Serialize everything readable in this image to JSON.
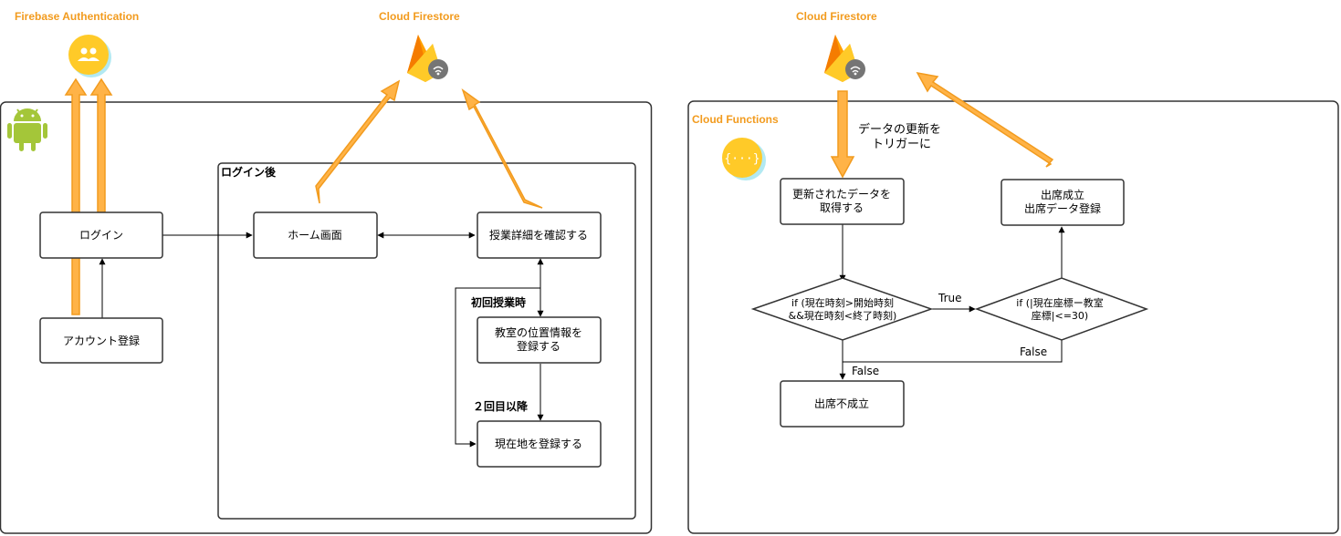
{
  "labels": {
    "firebase_auth": "Firebase Authentication",
    "cloud_firestore_left": "Cloud Firestore",
    "cloud_firestore_right": "Cloud Firestore",
    "cloud_functions": "Cloud Functions",
    "after_login": "ログイン後",
    "first_class": "初回授業時",
    "second_onward": "２回目以降",
    "trigger_line1": "データの更新を",
    "trigger_line2": "トリガーに",
    "true_label": "True",
    "false_label_1": "False",
    "false_label_2": "False"
  },
  "boxes": {
    "login": "ログイン",
    "account_register": "アカウント登録",
    "home": "ホーム画面",
    "class_detail": "授業詳細を確認する",
    "classroom_line1": "教室の位置情報を",
    "classroom_line2": "登録する",
    "current_location": "現在地を登録する",
    "fetch_line1": "更新されたデータを",
    "fetch_line2": "取得する",
    "attend_ok_line1": "出席成立",
    "attend_ok_line2": "出席データ登録",
    "attend_ng": "出席不成立"
  },
  "decisions": {
    "time_line1": "if (現在時刻>開始時刻",
    "time_line2": "&&現在時刻<終了時刻)",
    "coord_line1": "if (|現在座標ー教室",
    "coord_line2": "座標|<=30)"
  },
  "colors": {
    "accent_orange": "#F29B1E",
    "arrow_fill": "#FFB347",
    "android_green": "#A4C639",
    "firebase_yellow": "#FFCA28",
    "firebase_orange": "#FFA000",
    "badge_gray": "#757575"
  },
  "icons": [
    "android-icon",
    "firebase-auth-icon",
    "firestore-icon",
    "cloud-functions-icon"
  ]
}
